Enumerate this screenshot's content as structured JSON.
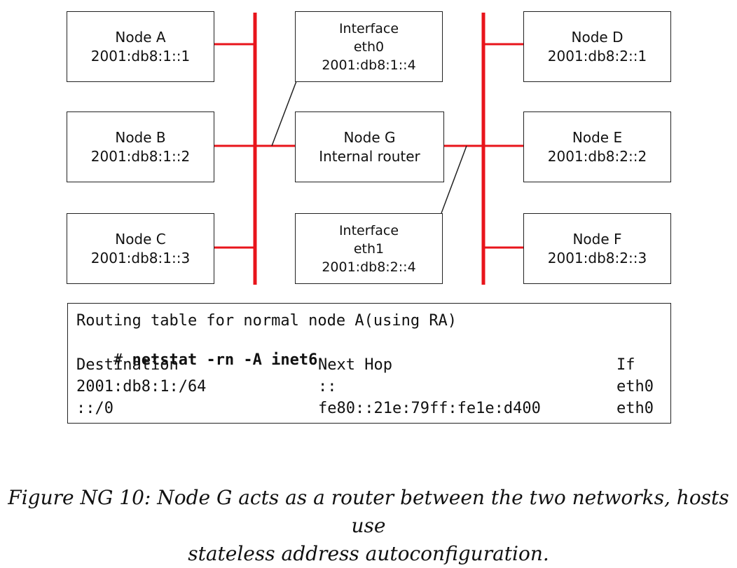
{
  "nodes": {
    "a": {
      "name": "Node A",
      "addr": "2001:db8:1::1"
    },
    "b": {
      "name": "Node B",
      "addr": "2001:db8:1::2"
    },
    "c": {
      "name": "Node C",
      "addr": "2001:db8:1::3"
    },
    "d": {
      "name": "Node D",
      "addr": "2001:db8:2::1"
    },
    "e": {
      "name": "Node E",
      "addr": "2001:db8:2::2"
    },
    "f": {
      "name": "Node F",
      "addr": "2001:db8:2::3"
    },
    "g": {
      "name": "Node G",
      "role": "Internal router"
    }
  },
  "interfaces": {
    "eth0": {
      "label": "Interface",
      "name": "eth0",
      "addr": "2001:db8:1::4"
    },
    "eth1": {
      "label": "Interface",
      "name": "eth1",
      "addr": "2001:db8:2::4"
    }
  },
  "colors": {
    "network_bus": "#e8141b",
    "connector": "#222222"
  },
  "routing_table": {
    "title": "Routing table for normal node A(using RA)",
    "prompt": "#",
    "command": "netstat -rn -A inet6",
    "headers": [
      "Destination",
      "Next Hop",
      "If"
    ],
    "rows": [
      [
        "2001:db8:1:/64",
        "::",
        "eth0"
      ],
      [
        "::/0",
        "fe80::21e:79ff:fe1e:d400",
        "eth0"
      ]
    ]
  },
  "caption": {
    "line1": "Figure NG 10: Node G acts as a router between the two networks, hosts use",
    "line2": "stateless address autoconfiguration."
  }
}
